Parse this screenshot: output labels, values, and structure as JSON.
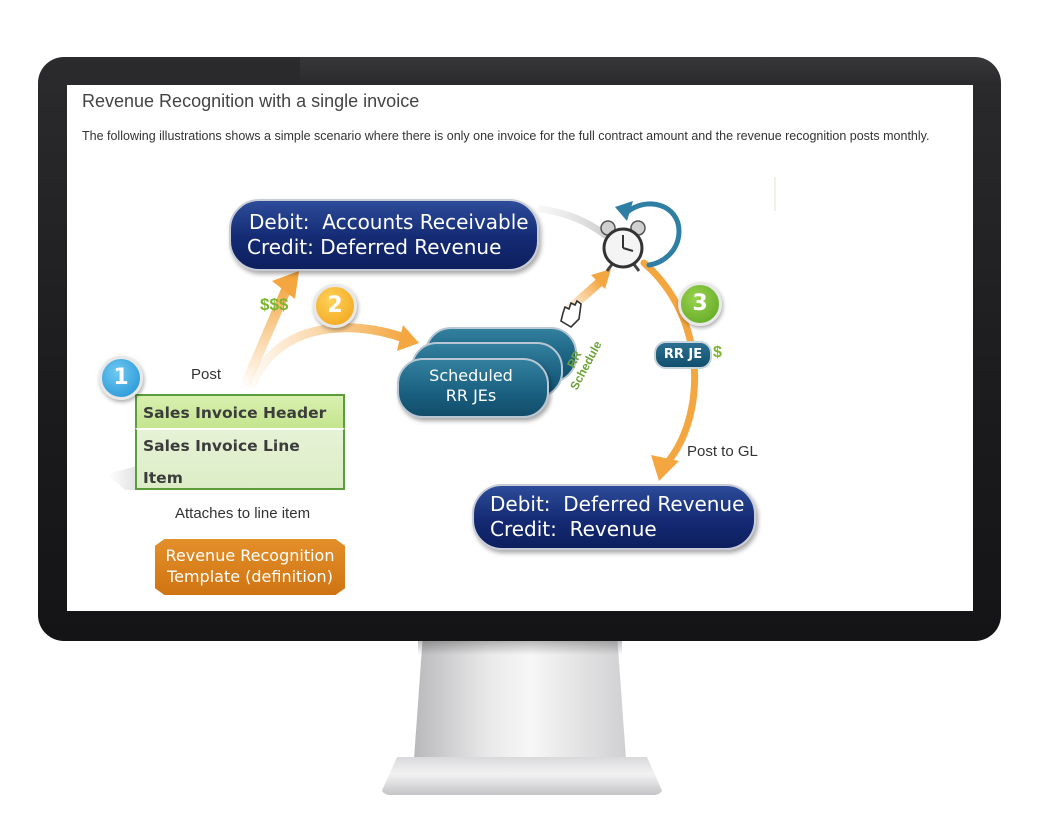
{
  "page": {
    "title": "Revenue Recognition with a single invoice",
    "description": "The following illustrations shows a simple scenario where there is only one invoice for the full contract amount and the revenue recognition posts monthly."
  },
  "diagram": {
    "top_entry": {
      "line1": "Debit:  Accounts Receivable",
      "line2": "Credit: Deferred Revenue"
    },
    "bottom_entry": {
      "line1": "Debit:  Deferred Revenue",
      "line2": "Credit:  Revenue"
    },
    "scheduled": {
      "line1": "Scheduled",
      "line2": "RR JEs"
    },
    "invoice": {
      "header": "Sales Invoice Header",
      "line_item": "Sales Invoice Line Item"
    },
    "template": {
      "line1": "Revenue Recognition",
      "line2": "Template (definition)"
    },
    "steps": [
      "1",
      "2",
      "3"
    ],
    "labels": {
      "post": "Post",
      "attaches": "Attaches to line item",
      "post_to_gl": "Post to GL",
      "dollars": "$$$",
      "dollar": "$",
      "rr_schedule": "RR Schedule",
      "rr_je": "RR JE"
    },
    "colors": {
      "navy": "#142a73",
      "teal": "#1a5f80",
      "orange": "#f0a030",
      "green": "#7cb52f",
      "invoice_green": "#c4e58e"
    },
    "icons": [
      "alarm-clock-icon",
      "cycle-arrow-icon",
      "hand-cursor-icon"
    ]
  }
}
